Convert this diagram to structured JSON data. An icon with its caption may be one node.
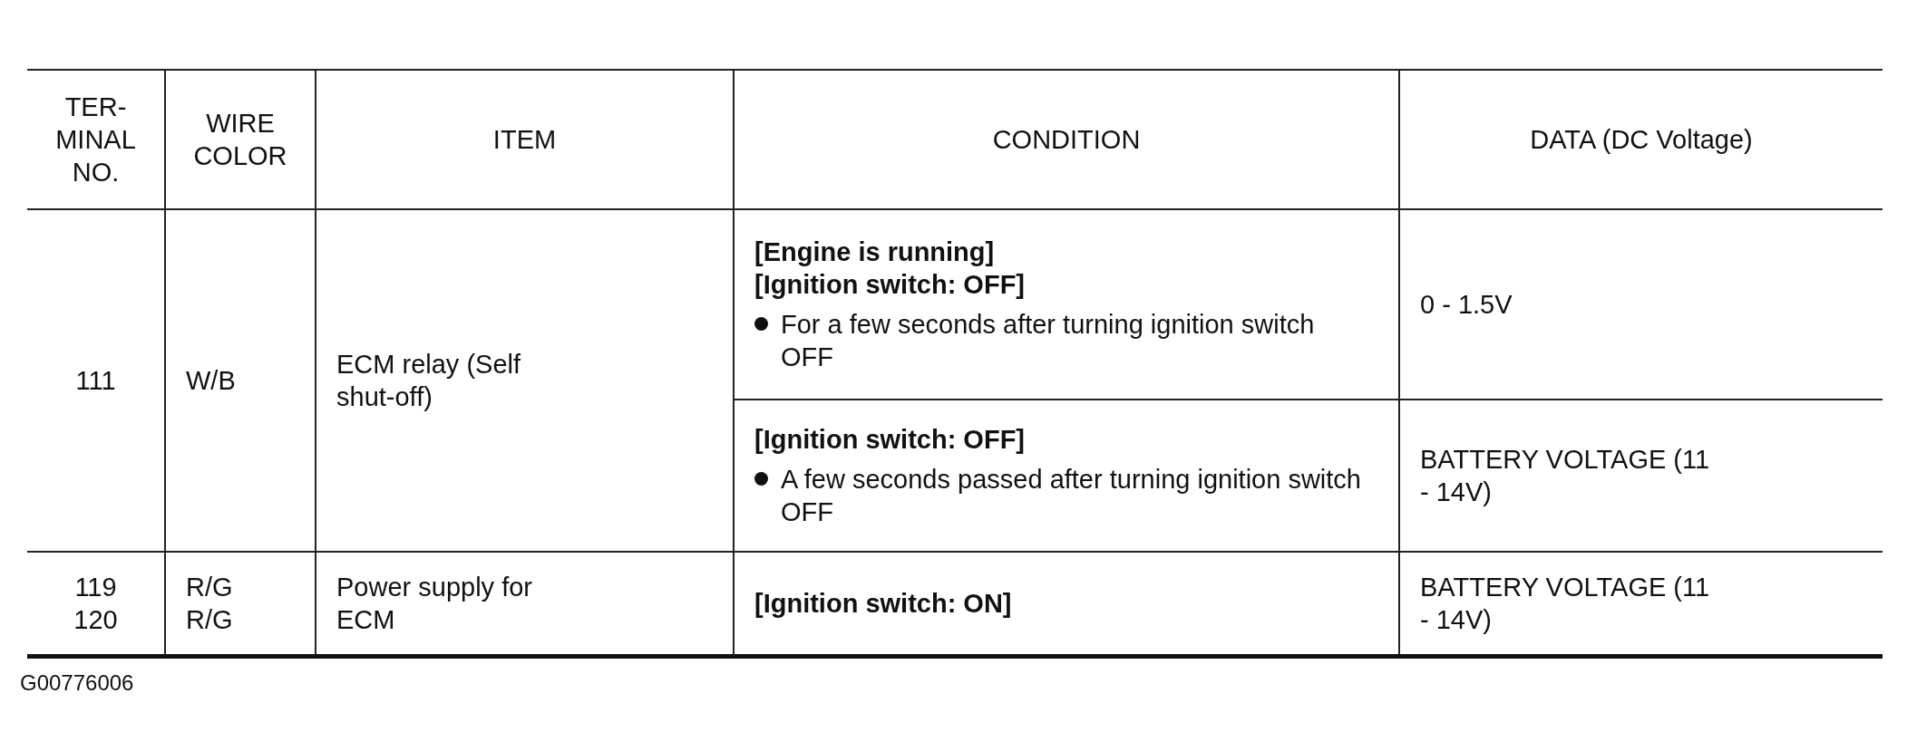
{
  "diagram": {
    "labels": [
      "TER- MINAL NO.",
      "WIRE COLOR",
      "ITEM",
      "CONDITION",
      "DATA (DC Voltage)",
      "111",
      "W/B",
      "ECM relay (Self shut-off)",
      "[Engine is running]",
      "[Ignition switch: OFF]",
      "For a few seconds after turning ignition switch OFF",
      "0 - 1.5V",
      "[Ignition switch: OFF]",
      "A few seconds passed after turning ignition switch OFF",
      "BATTERY VOLTAGE (11 - 14V)",
      "119",
      "R/G",
      "120",
      "R/G",
      "Power supply for ECM",
      "[Ignition switch: ON]",
      "BATTERY VOLTAGE (11 - 14V)",
      "G00776006"
    ]
  }
}
